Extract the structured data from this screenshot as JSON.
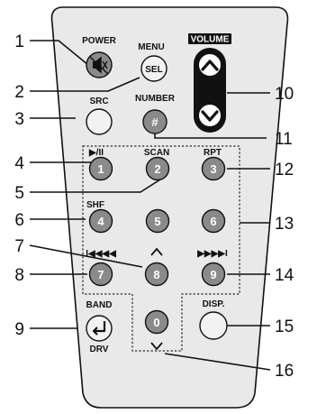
{
  "labels": {
    "power": "POWER",
    "menu": "MENU",
    "volume": "VOLUME",
    "src": "SRC",
    "number": "NUMBER",
    "scan": "SCAN",
    "rpt": "RPT",
    "shf": "SHF",
    "band": "BAND",
    "drv": "DRV",
    "disp": "DISP.",
    "sel": "SEL",
    "hash": "#",
    "play_pause": "▶/II",
    "rewind": "I◀◀◀◀",
    "forward": "▶▶▶▶I"
  },
  "digits": [
    "1",
    "2",
    "3",
    "4",
    "5",
    "6",
    "7",
    "8",
    "9",
    "0"
  ],
  "callouts": [
    "1",
    "2",
    "3",
    "4",
    "5",
    "6",
    "7",
    "8",
    "9",
    "10",
    "11",
    "12",
    "13",
    "14",
    "15",
    "16"
  ],
  "colors": {
    "body": "#e9e9e9",
    "button_dark": "#8a8a8a",
    "button_light": "#f2f2f2",
    "volume_rocker": "#111111",
    "ink": "#111111"
  },
  "icons": {
    "power": "mute-speaker-icon",
    "volume_up": "chevron-up-icon",
    "volume_down": "chevron-down-icon",
    "up_arrow": "caret-up-icon",
    "down_arrow": "caret-down-icon",
    "band": "enter-arrow-icon"
  }
}
